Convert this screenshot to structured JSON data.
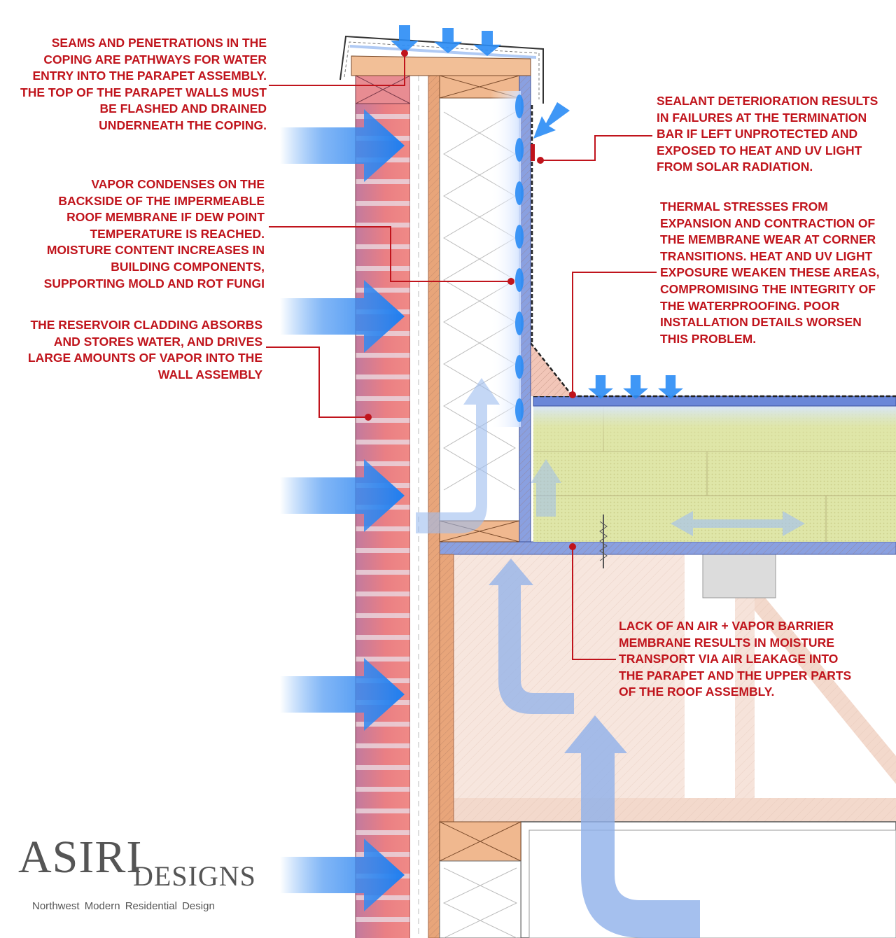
{
  "annotations": {
    "coping": [
      "SEAMS AND PENETRATIONS IN THE",
      "COPING ARE PATHWAYS FOR WATER",
      "ENTRY INTO THE PARAPET ASSEMBLY.",
      "THE TOP OF THE PARAPET WALLS MUST",
      "BE FLASHED AND DRAINED",
      "UNDERNEATH THE COPING."
    ],
    "vapor": [
      "VAPOR CONDENSES ON THE",
      "BACKSIDE OF THE IMPERMEABLE",
      "ROOF MEMBRANE IF DEW POINT",
      "TEMPERATURE IS REACHED.",
      "MOISTURE CONTENT INCREASES IN",
      "BUILDING COMPONENTS,",
      "SUPPORTING MOLD AND ROT FUNGI"
    ],
    "reservoir": [
      "THE RESERVOIR CLADDING ABSORBS",
      "AND STORES WATER, AND DRIVES",
      "LARGE AMOUNTS OF VAPOR INTO THE",
      "WALL ASSEMBLY"
    ],
    "sealant": [
      "SEALANT DETERIORATION RESULTS",
      "IN FAILURES AT THE TERMINATION",
      "BAR IF LEFT UNPROTECTED AND",
      "EXPOSED TO HEAT AND UV LIGHT",
      "FROM SOLAR RADIATION."
    ],
    "thermal": [
      "THERMAL STRESSES FROM",
      "EXPANSION AND CONTRACTION OF",
      "THE MEMBRANE WEAR AT CORNER",
      "TRANSITIONS. HEAT AND UV LIGHT",
      "EXPOSURE WEAKEN THESE AREAS,",
      "COMPROMISING THE INTEGRITY OF",
      "THE WATERPROOFING. POOR",
      "INSTALLATION DETAILS WORSEN",
      "THIS PROBLEM."
    ],
    "airleak": [
      "LACK OF AN AIR + VAPOR BARRIER",
      "MEMBRANE RESULTS IN MOISTURE",
      "TRANSPORT VIA AIR LEAKAGE INTO",
      "THE PARAPET AND THE UPPER PARTS",
      "OF THE ROOF ASSEMBLY."
    ]
  },
  "logo": {
    "name": "ASIRI",
    "sub": "DESIGNS",
    "tagline": "Northwest Modern Residential Design"
  },
  "colors": {
    "callout_red": "#c0141c",
    "rain_blue": "#1e7ef0",
    "air_blue": "#8fb3e8",
    "brick_red": "#e07a80",
    "wood": "#e8a57a",
    "membrane": "#6a86d8",
    "insulation_board": "#dfe6a8",
    "ceiling_wood": "#f7e6de"
  }
}
